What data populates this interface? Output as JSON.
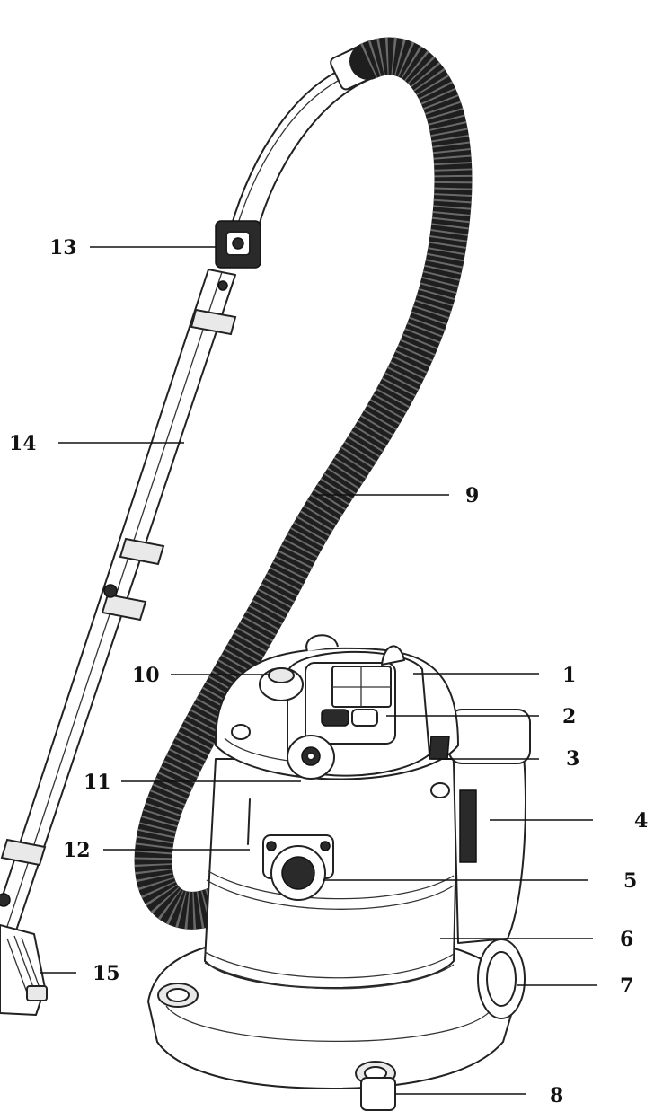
{
  "callouts": [
    {
      "num": "1"
    },
    {
      "num": "2"
    },
    {
      "num": "3"
    },
    {
      "num": "4"
    },
    {
      "num": "5"
    },
    {
      "num": "6"
    },
    {
      "num": "7"
    },
    {
      "num": "8"
    },
    {
      "num": "9"
    },
    {
      "num": "10"
    },
    {
      "num": "11"
    },
    {
      "num": "12"
    },
    {
      "num": "13"
    },
    {
      "num": "14"
    },
    {
      "num": "15"
    }
  ]
}
